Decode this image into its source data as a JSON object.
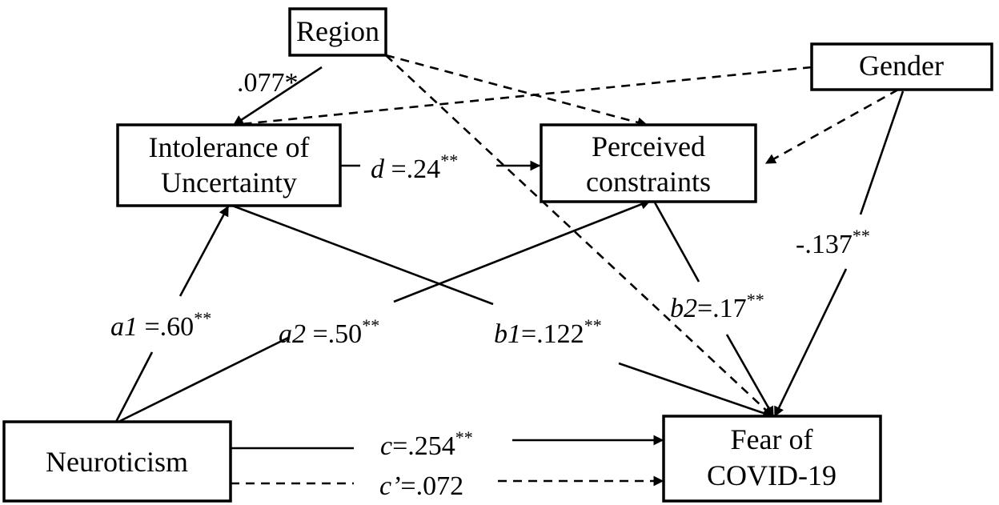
{
  "nodes": {
    "region": "Region",
    "gender": "Gender",
    "intolerance_line1": "Intolerance of",
    "intolerance_line2": "Uncertainty",
    "perceived_line1": "Perceived",
    "perceived_line2": "constraints",
    "neuroticism": "Neuroticism",
    "fear_line1": "Fear of",
    "fear_line2": "COVID-19"
  },
  "paths": {
    "region_iu": ".077*",
    "d": {
      "name": "d",
      "value": " =.24",
      "sig": "**"
    },
    "a1": {
      "name": "a1",
      "value": " =.60",
      "sig": "**"
    },
    "a2": {
      "name": "a2",
      "value": " =.50",
      "sig": "**"
    },
    "b1": {
      "name": "b1",
      "value": "=.122",
      "sig": "**"
    },
    "b2": {
      "name": "b2",
      "value": "=.17",
      "sig": "**"
    },
    "gender_fear": {
      "value": "-.137",
      "sig": "**"
    },
    "c": {
      "name": "c",
      "value": "=.254",
      "sig": "**"
    },
    "c_prime": {
      "name": "c’",
      "value": "=.072"
    }
  }
}
